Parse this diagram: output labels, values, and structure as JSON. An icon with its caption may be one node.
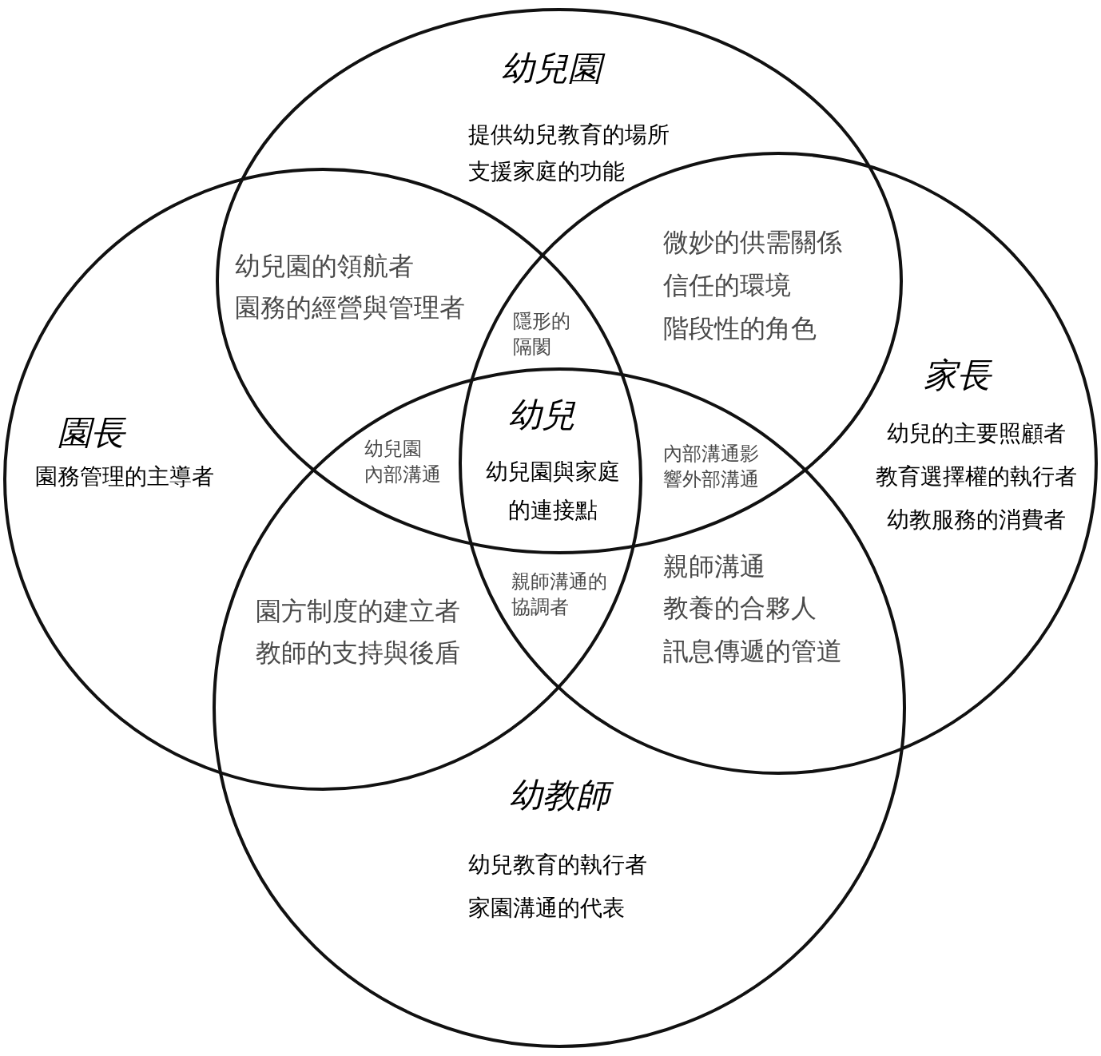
{
  "diagram": {
    "nodes": [
      {
        "text": [
          "幼兒園",
          "提供幼兒教育的場所",
          "支援家庭的功能"
        ]
      },
      {
        "text": [
          "園長",
          "園務管理的主導者"
        ]
      },
      {
        "text": [
          "家長",
          "幼兒的主要照顧者",
          "教育選擇權的執行者",
          "幼教服務的消費者"
        ]
      },
      {
        "text": [
          "幼教師",
          "幼兒教育的執行者",
          "家園溝通的代表"
        ]
      }
    ],
    "labels": [
      "幼兒園的領航者",
      "園務的經營與管理者",
      "隱形的隔閡",
      "微妙的供需關係",
      "信任的環境",
      "階段性的角色",
      "幼兒",
      "幼兒園內部溝通",
      "幼兒園與家庭的連接點",
      "內部溝通影響外部溝通",
      "園方制度的建立者",
      "教師的支持與後盾",
      "親師溝通的協調者",
      "親師溝通",
      "教養的合夥人",
      "訊息傳遞的管道"
    ]
  }
}
